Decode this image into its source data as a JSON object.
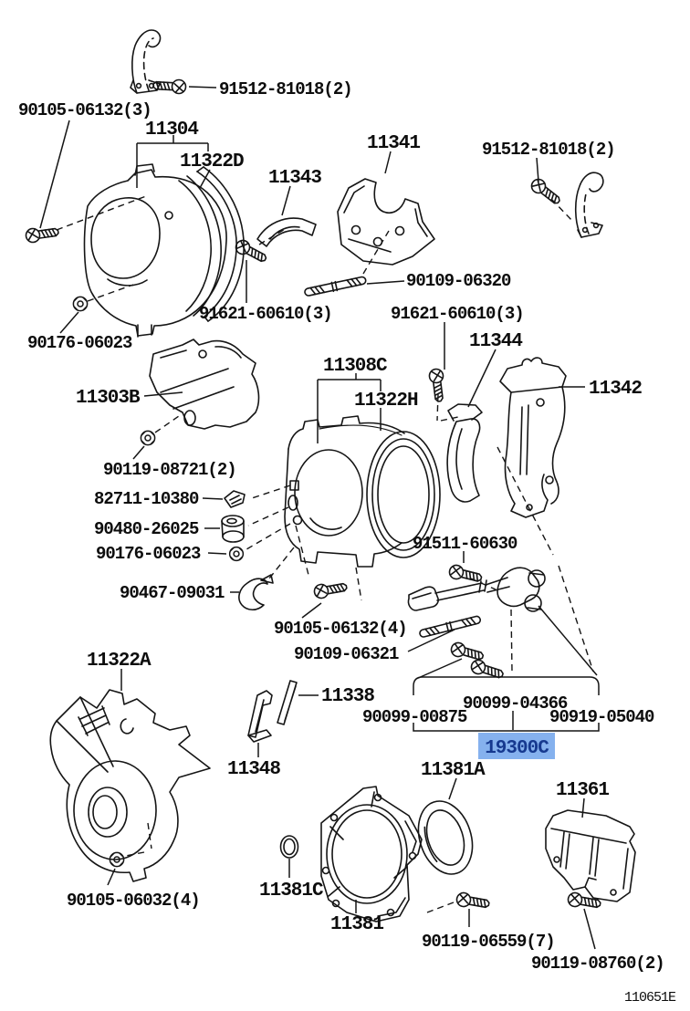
{
  "diagram": {
    "drawing_code": "110651E",
    "highlight": {
      "background": "#85b1ee",
      "text_color": "#16398f"
    },
    "highlighted_part": "19300C"
  },
  "labels": {
    "bolt_91512_left": "91512-81018(2)",
    "bolt_90105_06132_3": "90105-06132(3)",
    "cover_11304": "11304",
    "gasket_11322D": "11322D",
    "part_11343": "11343",
    "part_11341": "11341",
    "bolt_91512_right": "91512-81018(2)",
    "stud_90109_06320": "90109-06320",
    "bolt_91621_left": "91621-60610(3)",
    "bolt_91621_right": "91621-60610(3)",
    "nut_90176_top": "90176-06023",
    "part_11344": "11344",
    "part_11342": "11342",
    "part_11303B": "11303B",
    "cover_11308C": "11308C",
    "gasket_11322H": "11322H",
    "nut_90119_08721": "90119-08721(2)",
    "clip_82711": "82711-10380",
    "grommet_90480": "90480-26025",
    "nut_90176_bottom": "90176-06023",
    "clamp_90467": "90467-09031",
    "bolt_91511": "91511-60630",
    "bolt_90105_06132_4": "90105-06132(4)",
    "stud_90109_06321": "90109-06321",
    "cover_11322A": "11322A",
    "gasket_11338": "11338",
    "part_11348": "11348",
    "plug_90099_00875": "90099-00875",
    "gasket_90099_04366": "90099-04366",
    "plug_90919_05040": "90919-05040",
    "kit_19300C": "19300C",
    "seal_11381A": "11381A",
    "part_11361": "11361",
    "oring_11381C": "11381C",
    "plate_11381": "11381",
    "nut_90105_06032": "90105-06032(4)",
    "bolt_90119_06559": "90119-06559(7)",
    "bolt_90119_08760": "90119-08760(2)",
    "drawing_code": "110651E"
  }
}
